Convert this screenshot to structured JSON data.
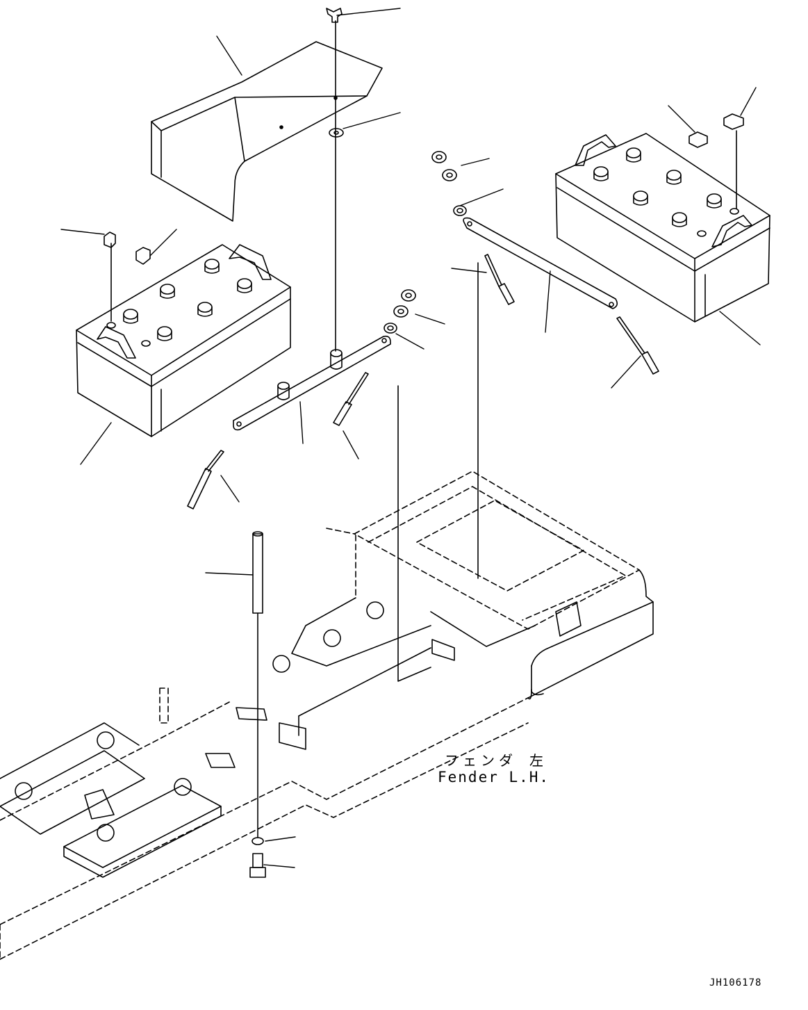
{
  "annotation": {
    "label_jp": "フェンダ 左",
    "label_en": "Fender L.H."
  },
  "drawing_id": "JH106178",
  "colors": {
    "line": "#000000",
    "background": "#ffffff"
  }
}
